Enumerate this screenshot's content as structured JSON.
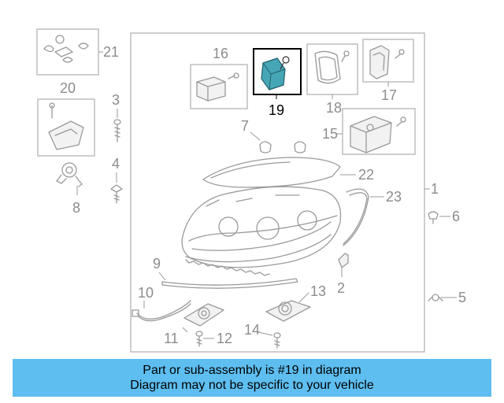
{
  "diagram": {
    "callouts": {
      "c1": "1",
      "c2": "2",
      "c3": "3",
      "c4": "4",
      "c5": "5",
      "c6": "6",
      "c7": "7",
      "c8": "8",
      "c9": "9",
      "c10": "10",
      "c11": "11",
      "c12": "12",
      "c13": "13",
      "c14": "14",
      "c15": "15",
      "c16": "16",
      "c17": "17",
      "c18": "18",
      "c19": "19",
      "c20": "20",
      "c21": "21",
      "c22": "22",
      "c23": "23"
    },
    "highlighted_part": "19",
    "highlight_color": "#46a6b6"
  },
  "banner": {
    "line1": "Part or sub-assembly is #19 in diagram",
    "line2": "Diagram may not be specific to your vehicle",
    "background": "#5ebef0"
  }
}
